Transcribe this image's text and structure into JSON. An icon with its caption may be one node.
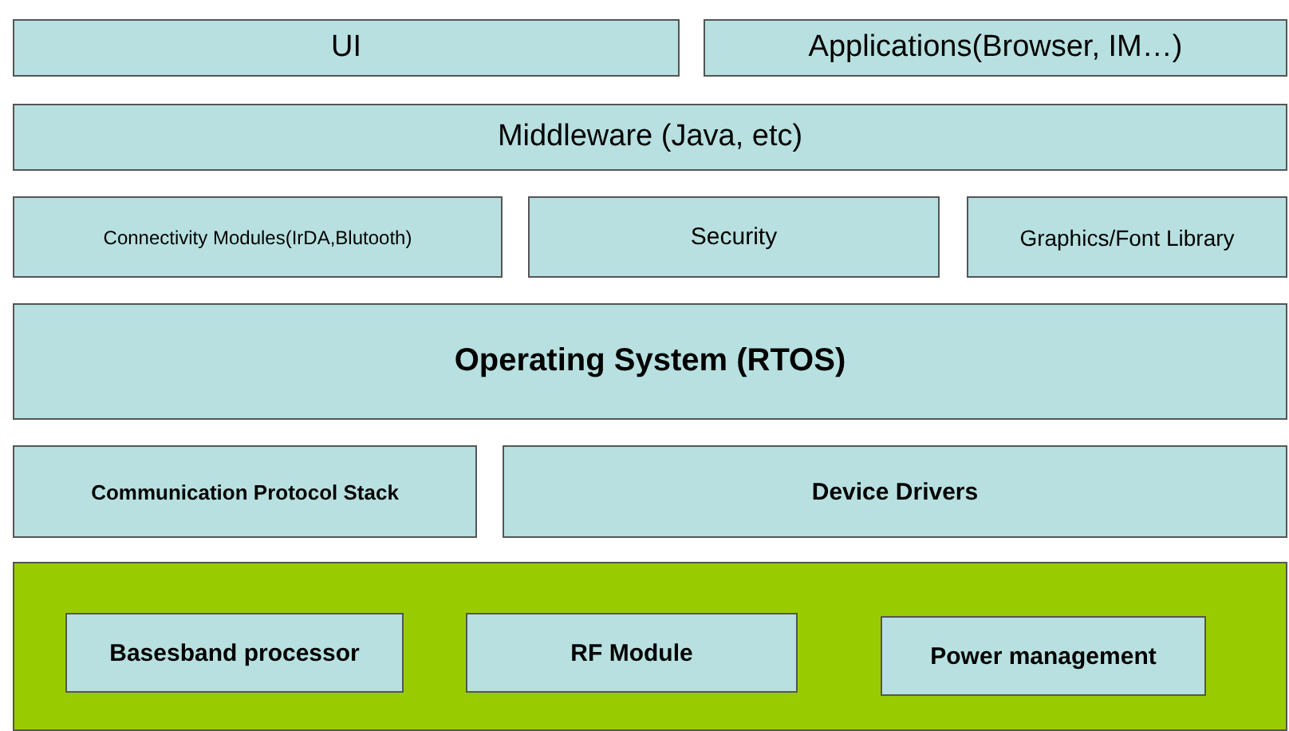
{
  "diagram": {
    "nodes": [
      {
        "text": [
          "UI"
        ]
      },
      {
        "text": [
          "Applications(Browser, IM…)"
        ]
      },
      {
        "text": [
          "Middleware (Java, etc)"
        ]
      },
      {
        "text": [
          "Connectivity Modules(IrDA,Blutooth)"
        ]
      },
      {
        "text": [
          "Security"
        ]
      },
      {
        "text": [
          "Graphics/Font Library"
        ]
      },
      {
        "text": [
          "Operating System (RTOS)"
        ]
      },
      {
        "text": [
          "Communication Protocol Stack"
        ]
      },
      {
        "text": [
          "Device Drivers"
        ]
      },
      {
        "text": [],
        "shape": "box"
      },
      {
        "text": [
          "Basesband processor"
        ],
        "in": 9
      },
      {
        "text": [
          "RF Module"
        ],
        "in": 9
      },
      {
        "text": [
          "Power management"
        ],
        "in": 9
      }
    ]
  }
}
